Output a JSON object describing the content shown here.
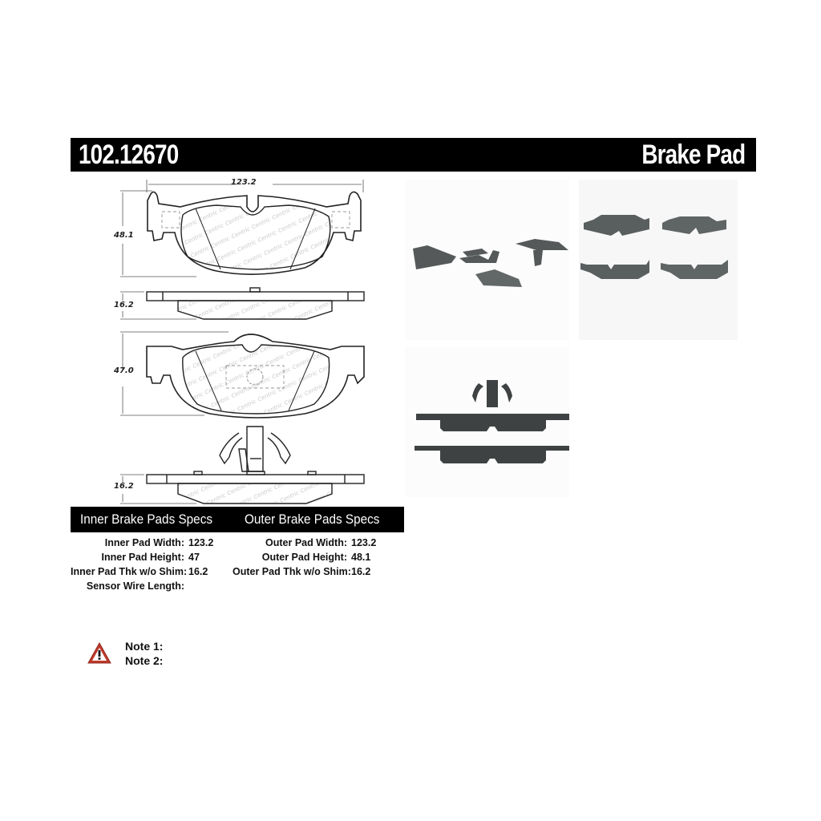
{
  "header": {
    "part_number": "102.12670",
    "product_type": "Brake Pad",
    "bg_color": "#000000",
    "text_color": "#ffffff"
  },
  "drawing": {
    "outer_pad_face": {
      "width_dim": "123.2",
      "height_dim": "48.1"
    },
    "outer_pad_side": {
      "thickness_dim": "16.2"
    },
    "inner_pad_face": {
      "height_dim": "47.0"
    },
    "inner_pad_side": {
      "thickness_dim": "16.2"
    },
    "watermark": "Centric"
  },
  "photos": [
    {
      "label": "angled-pad-set-view"
    },
    {
      "label": "front-back-pad-set-view"
    },
    {
      "label": "side-profile-view-with-clip"
    }
  ],
  "specs": {
    "inner_title": "Inner Brake Pads Specs",
    "outer_title": "Outer Brake Pads Specs",
    "inner": [
      {
        "label": "Inner Pad Width:",
        "value": "123.2"
      },
      {
        "label": "Inner Pad Height:",
        "value": "47"
      },
      {
        "label": "Inner Pad Thk w/o Shim:",
        "value": "16.2"
      },
      {
        "label": "Sensor Wire Length:",
        "value": ""
      }
    ],
    "outer": [
      {
        "label": "Outer Pad Width:",
        "value": "123.2"
      },
      {
        "label": "Outer Pad Height:",
        "value": "48.1"
      },
      {
        "label": "Outer Pad Thk w/o Shim:",
        "value": "16.2"
      }
    ]
  },
  "notes": {
    "icon": "warning-triangle-icon",
    "icon_color": "#c0392b",
    "items": [
      {
        "label": "Note 1:"
      },
      {
        "label": "Note 2:"
      }
    ]
  }
}
